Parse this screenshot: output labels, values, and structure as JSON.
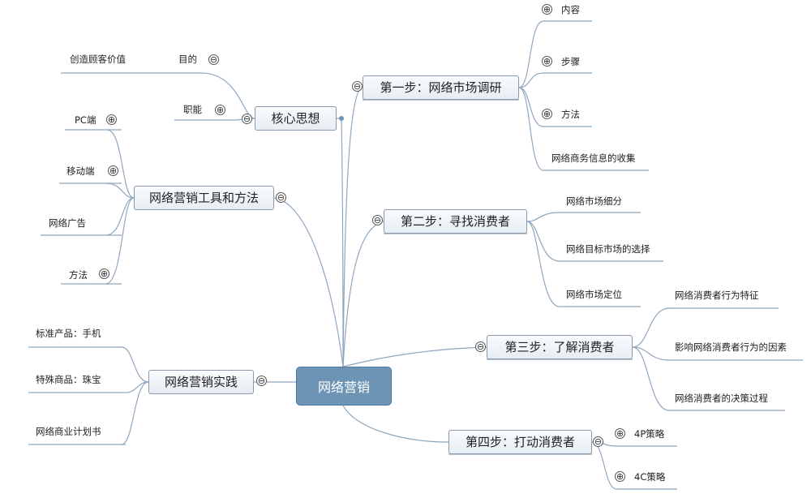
{
  "root": {
    "label": "网络营销"
  },
  "branches": {
    "core": {
      "label": "核心思想",
      "children": [
        {
          "label": "目的",
          "sublabel": "创造顾客价值"
        },
        {
          "label": "职能"
        }
      ]
    },
    "tools": {
      "label": "网络营销工具和方法",
      "children": [
        "PC端",
        "移动端",
        "网络广告",
        "方法"
      ]
    },
    "practice": {
      "label": "网络营销实践",
      "children": [
        "标准产品：手机",
        "特殊商品：珠宝",
        "网络商业计划书"
      ]
    },
    "step1": {
      "label": "第一步：网络市场调研",
      "children": [
        "内容",
        "步骤",
        "方法",
        "网络商务信息的收集"
      ]
    },
    "step2": {
      "label": "第二步：寻找消费者",
      "children": [
        "网络市场细分",
        "网络目标市场的选择",
        "网络市场定位"
      ]
    },
    "step3": {
      "label": "第三步：了解消费者",
      "children": [
        "网络消费者行为特征",
        "影响网络消费者行为的因素",
        "网络消费者的决策过程"
      ]
    },
    "step4": {
      "label": "第四步：打动消费者",
      "children": [
        "4P策略",
        "4C策略"
      ]
    }
  },
  "toggles": {
    "collapse": "⊖",
    "expand": "⊕"
  },
  "colors": {
    "root_fill": "#6d94b5",
    "connector": "#8ea7bf",
    "node_border": "#8a9aac"
  }
}
